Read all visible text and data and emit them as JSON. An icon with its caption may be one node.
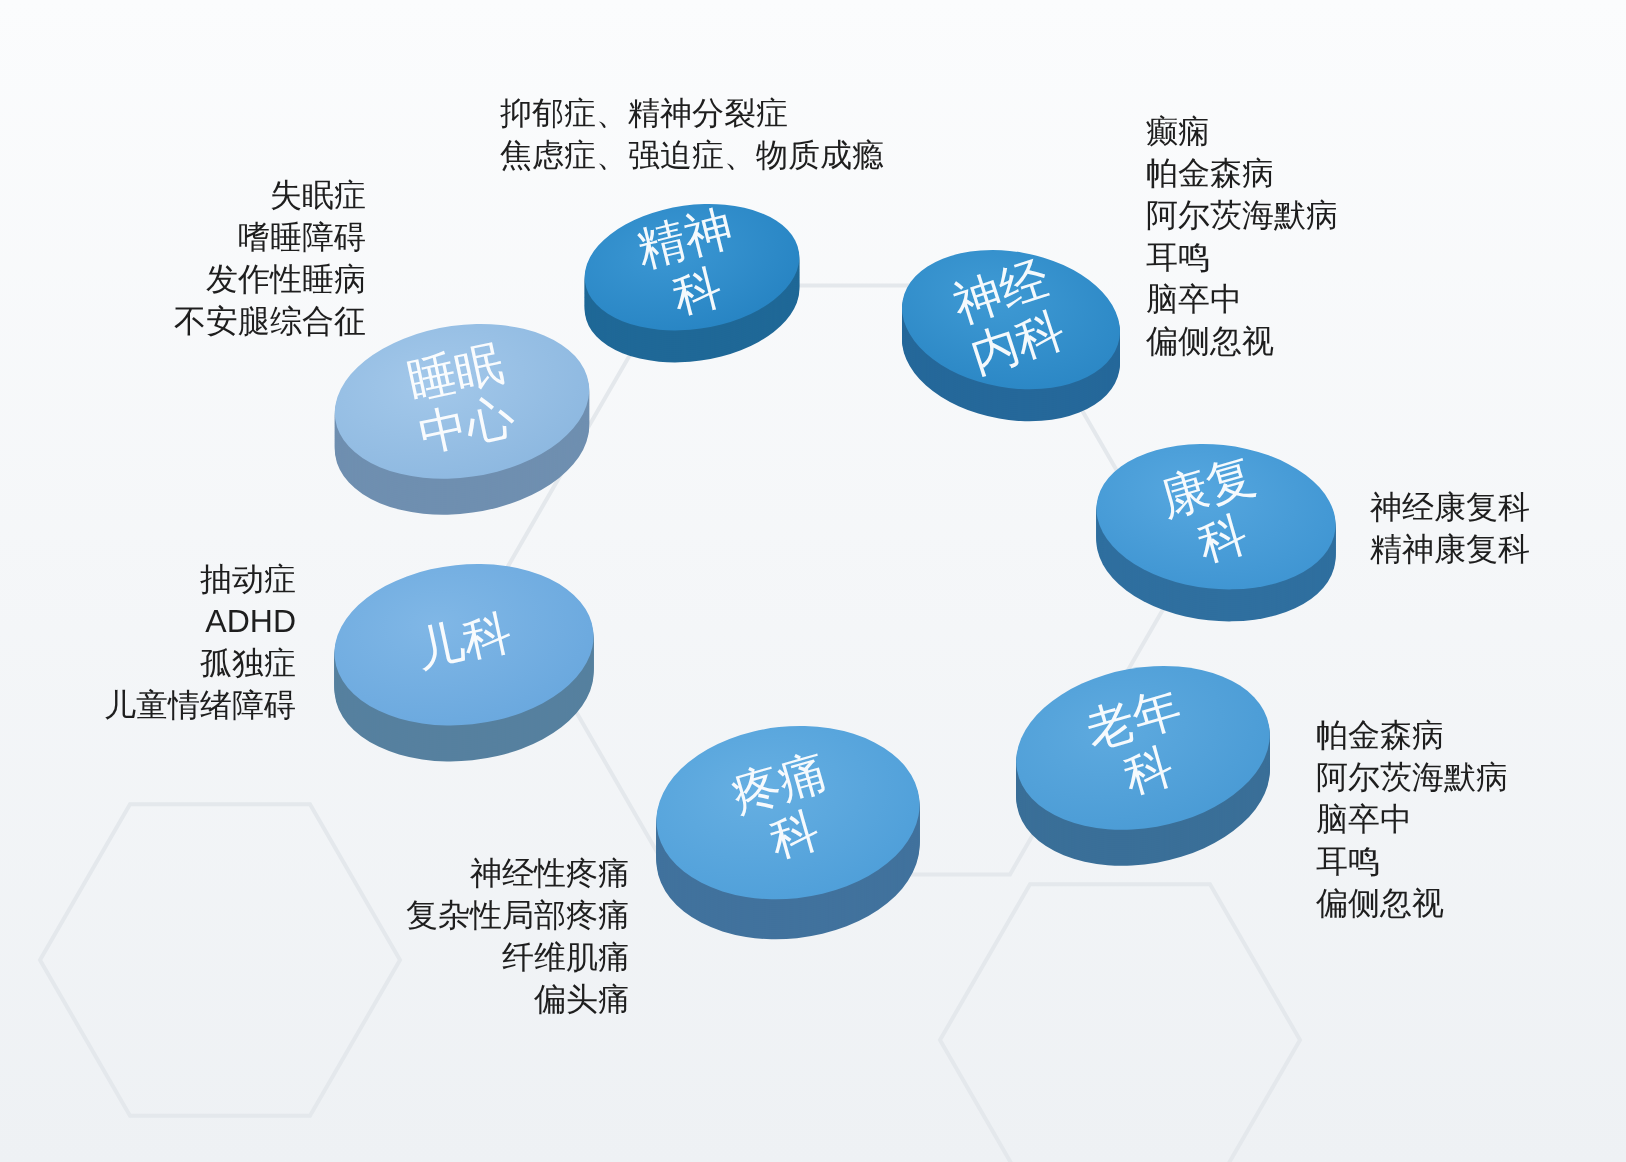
{
  "diagram": {
    "nodes": [
      {
        "text": [
          "睡眠中心"
        ],
        "beside": [
          "失眠症",
          "嗜睡障碍",
          "发作性睡病",
          "不安腿综合征"
        ]
      },
      {
        "text": [
          "精神科"
        ],
        "beside": [
          "抑郁症、精神分裂症",
          "焦虑症、强迫症、物质成瘾"
        ]
      },
      {
        "text": [
          "神经内科"
        ],
        "beside": [
          "癫痫",
          "帕金森病",
          "阿尔茨海默病",
          "耳鸣",
          "脑卒中",
          "偏侧忽视"
        ]
      },
      {
        "text": [
          "康复科"
        ],
        "beside": [
          "神经康复科",
          "精神康复科"
        ]
      },
      {
        "text": [
          "老年科"
        ],
        "beside": [
          "帕金森病",
          "阿尔茨海默病",
          "脑卒中",
          "耳鸣",
          "偏侧忽视"
        ]
      },
      {
        "text": [
          "疼痛科"
        ],
        "beside": [
          "神经性疼痛",
          "复杂性局部疼痛",
          "纤维肌痛",
          "偏头痛"
        ]
      },
      {
        "text": [
          "儿科"
        ],
        "beside": [
          "抽动症",
          "ADHD",
          "孤独症",
          "儿童情绪障碍"
        ]
      }
    ],
    "edges": []
  }
}
